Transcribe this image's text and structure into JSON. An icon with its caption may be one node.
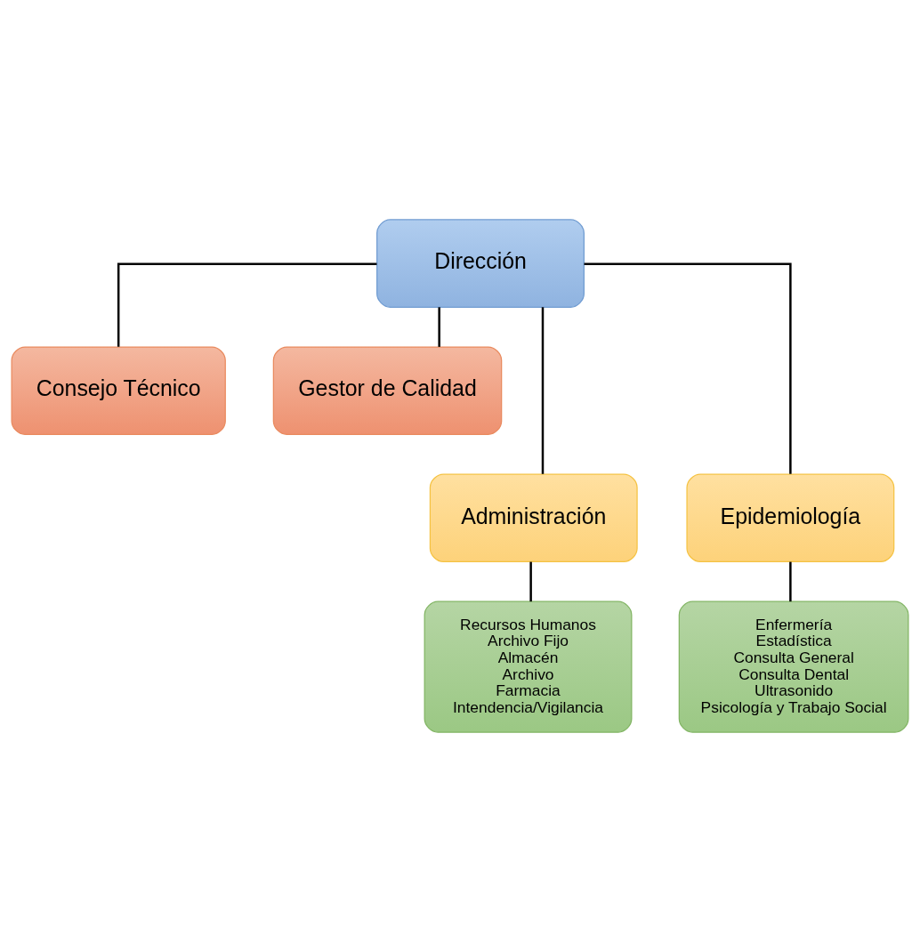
{
  "diagram": {
    "nodes": [
      {
        "text": [
          "Dirección"
        ]
      },
      {
        "text": [
          "Consejo Técnico"
        ]
      },
      {
        "text": [
          "Gestor de Calidad"
        ]
      },
      {
        "text": [
          "Administración"
        ]
      },
      {
        "text": [
          "Epidemiología"
        ]
      },
      {
        "text": [
          "Recursos Humanos",
          "Archivo Fijo",
          "Almacén",
          "Archivo",
          "Farmacia",
          "Intendencia/Vigilancia"
        ]
      },
      {
        "text": [
          "Enfermería",
          "Estadística",
          "Consulta General",
          "Consulta Dental",
          "Ultrasonido",
          "Psicología y Trabajo Social"
        ]
      }
    ],
    "edges": [
      {
        "from": 0,
        "to": 1,
        "arrow": "none"
      },
      {
        "from": 0,
        "to": 2,
        "arrow": "none"
      },
      {
        "from": 0,
        "to": 3,
        "arrow": "none"
      },
      {
        "from": 0,
        "to": 4,
        "arrow": "none"
      },
      {
        "from": 3,
        "to": 5,
        "arrow": "none"
      },
      {
        "from": 4,
        "to": 6,
        "arrow": "none"
      }
    ]
  }
}
